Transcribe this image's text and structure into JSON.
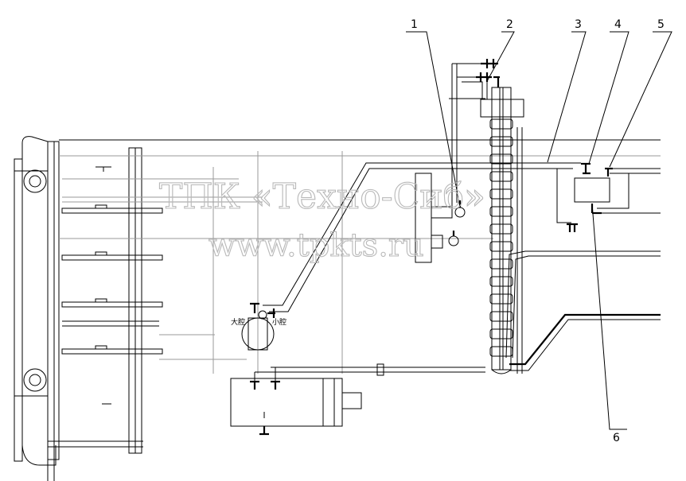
{
  "watermark": {
    "line1": "ТПК «Техно-Сиб»",
    "line2": "www.tpkts.ru"
  },
  "callouts": [
    "1",
    "2",
    "3",
    "4",
    "5",
    "6"
  ],
  "valve_labels": {
    "left": "大腔",
    "right": "小腔"
  }
}
